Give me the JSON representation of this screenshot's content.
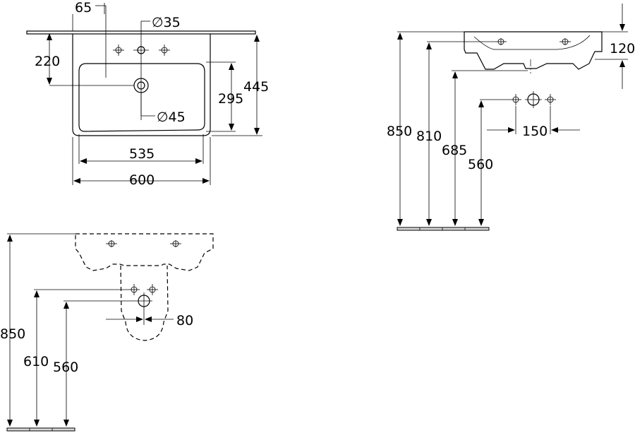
{
  "dimensions": {
    "top_view": {
      "overflow_offset": "65",
      "tap_hole_dia": "∅35",
      "tap_hole_depth": "220",
      "waste_dia": "∅45",
      "bowl_depth": "295",
      "overall_depth": "445",
      "bowl_width": "535",
      "overall_width": "600"
    },
    "side_view": {
      "height_rim": "850",
      "height_underside": "810",
      "height_waste": "685",
      "height_supply": "560",
      "rim_thickness": "120",
      "supply_spacing": "150"
    },
    "pedestal_view": {
      "height_rim": "850",
      "height_waste": "610",
      "height_supply": "560",
      "waste_offset": "80"
    }
  }
}
